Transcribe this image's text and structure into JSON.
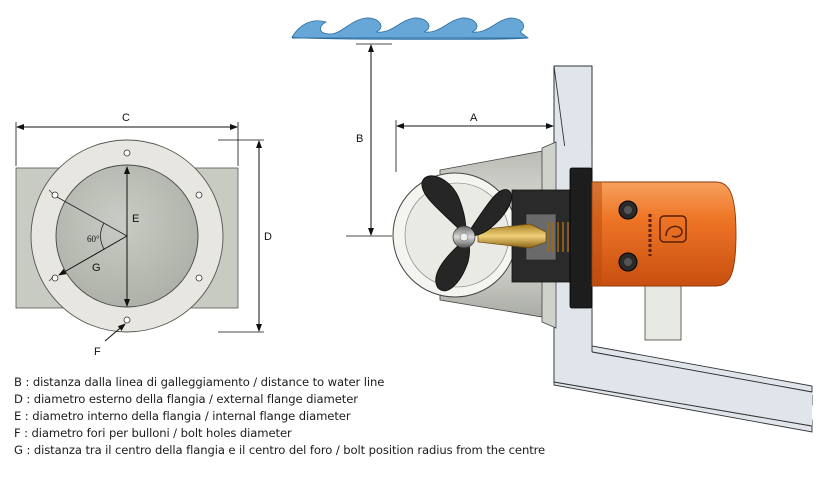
{
  "labels": {
    "a": "A",
    "b": "B",
    "c": "C",
    "d": "D",
    "e": "E",
    "f": "F",
    "g": "G",
    "angle": "60°"
  },
  "legend": [
    "B : distanza dalla linea di galleggiamento / distance to water line",
    "D : diametro esterno della flangia / external flange diameter",
    "E : diametro interno della flangia / internal flange diameter",
    "F : diametro fori per bulloni / bolt holes diameter",
    "G : distanza tra il centro della flangia e il centro del foro / bolt position radius from the centre"
  ],
  "colors": {
    "flange": "#e7e5e0",
    "tube": "#c5c8bf",
    "bore": "#b6b9b1",
    "motor": "#e8641c",
    "hull": "#dde3e8",
    "water": "#5f9fd2"
  }
}
